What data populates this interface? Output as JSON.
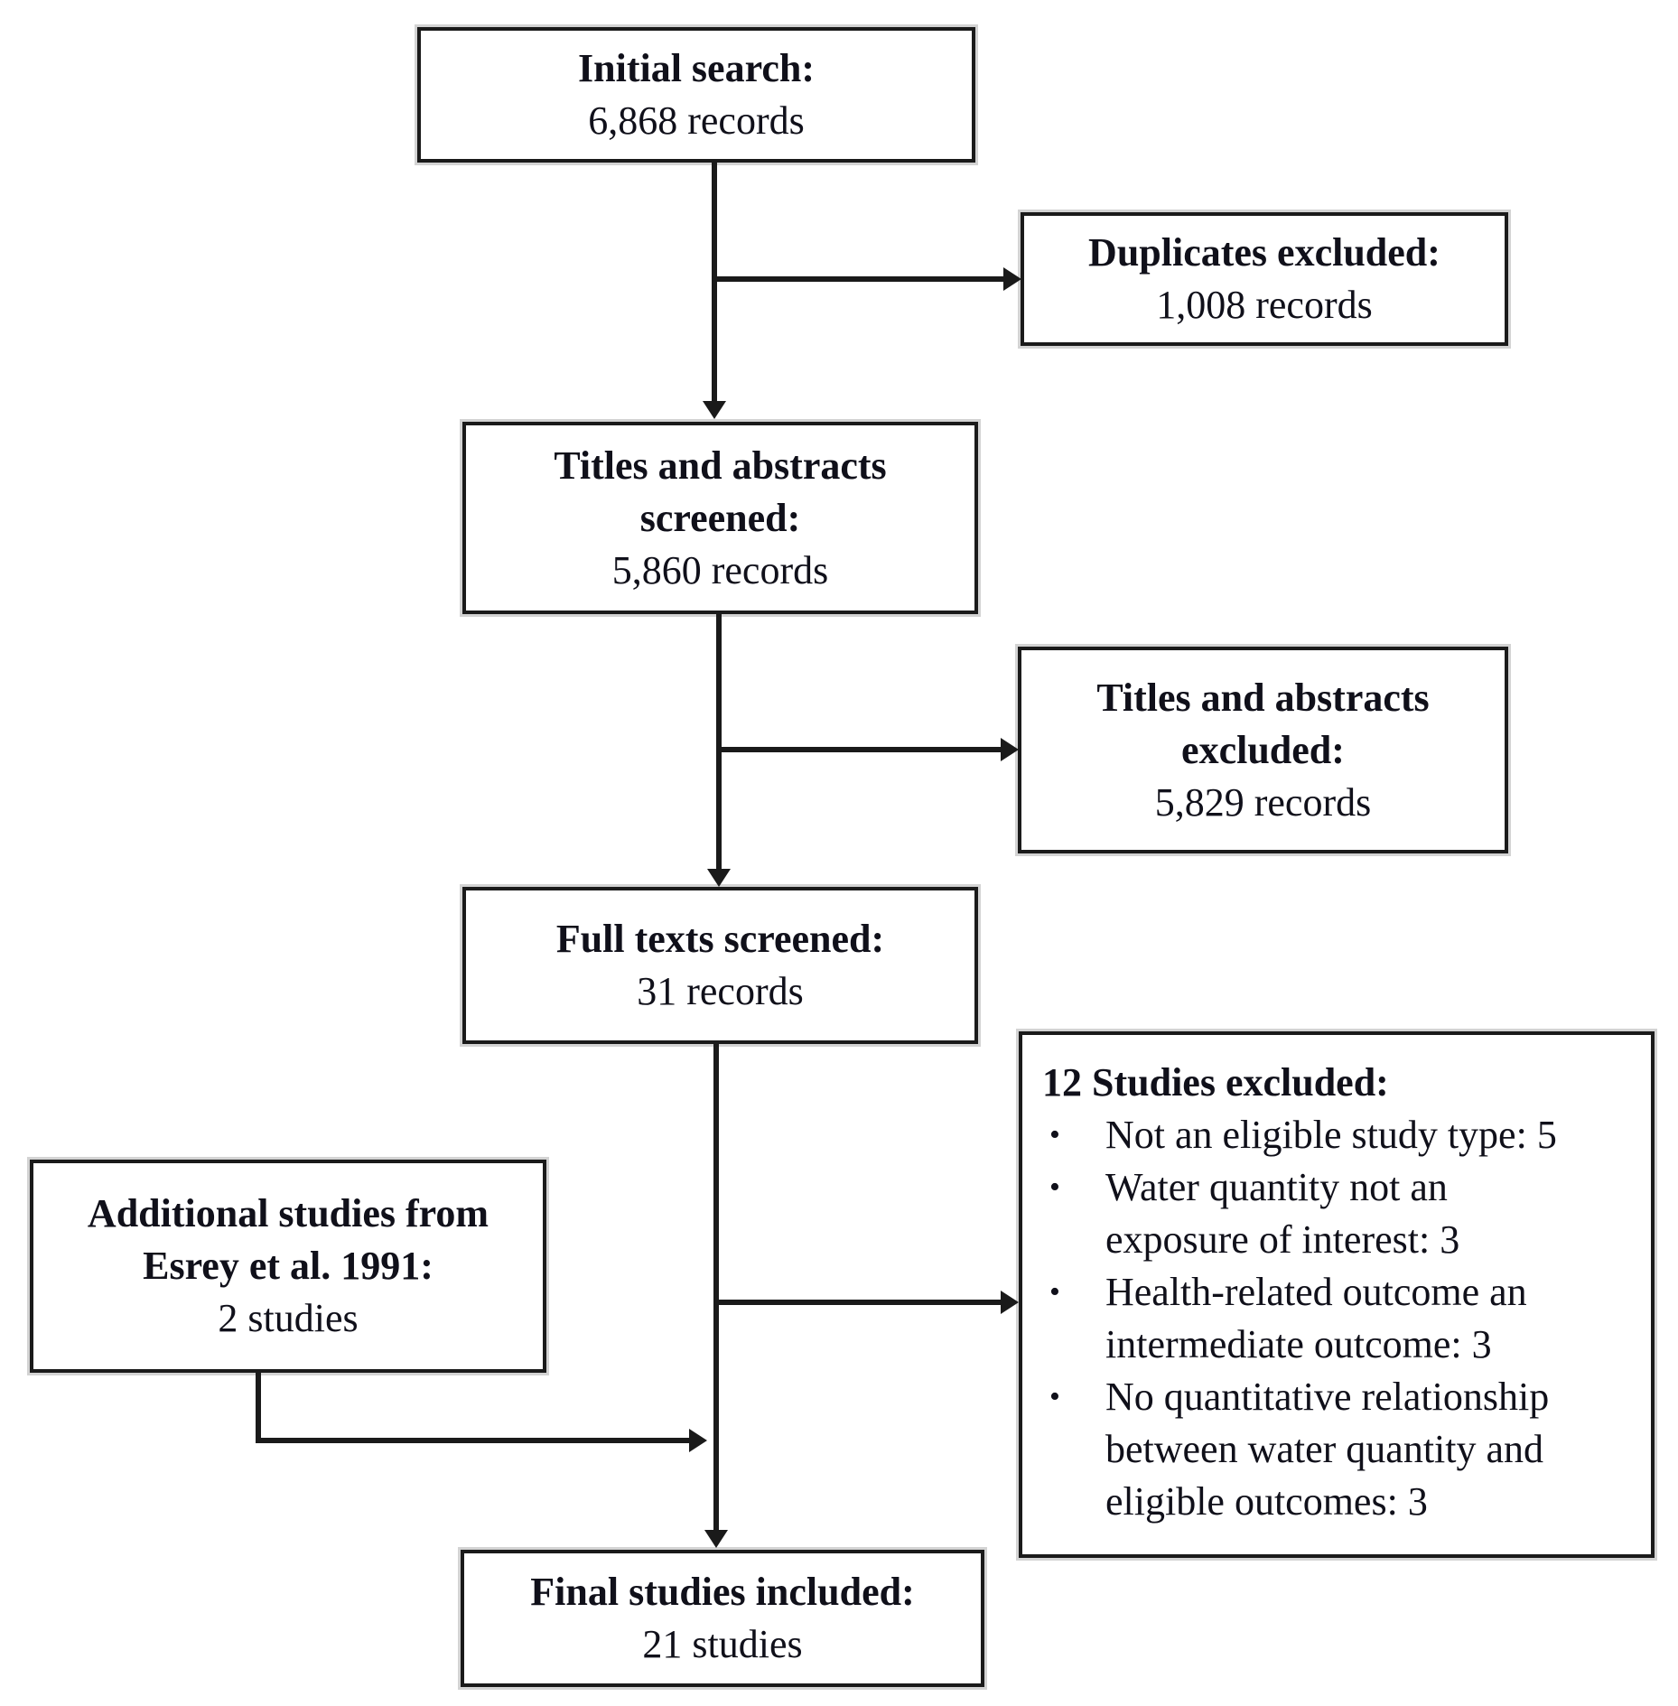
{
  "diagram": {
    "kind": "study-selection-flowchart",
    "colors": {
      "background": "#ffffff",
      "box_border": "#1a1a1a",
      "arrow": "#1a1a1a",
      "text": "#10101a"
    },
    "bullet_char": "•",
    "nodes": {
      "initial_search": {
        "title": "Initial search:",
        "value": "6,868 records"
      },
      "duplicates_excluded": {
        "title": "Duplicates excluded:",
        "value": "1,008 records"
      },
      "titles_abstracts_screened": {
        "title": "Titles and abstracts\nscreened:",
        "value": "5,860 records"
      },
      "titles_abstracts_excluded": {
        "title": "Titles and abstracts\nexcluded:",
        "value": "5,829 records"
      },
      "full_texts_screened": {
        "title": "Full texts screened:",
        "value": "31 records"
      },
      "studies_excluded": {
        "title": "12 Studies excluded:",
        "bullets": [
          "Not an eligible study type: 5",
          "Water quantity not an\nexposure of interest: 3",
          "Health-related outcome an\nintermediate outcome: 3",
          "No quantitative relationship\nbetween water quantity and\neligible outcomes: 3"
        ]
      },
      "additional_studies": {
        "title": "Additional studies from\nEsrey et al. 1991:",
        "value": "2 studies"
      },
      "final_studies_included": {
        "title": "Final studies included:",
        "value": "21 studies"
      }
    }
  }
}
